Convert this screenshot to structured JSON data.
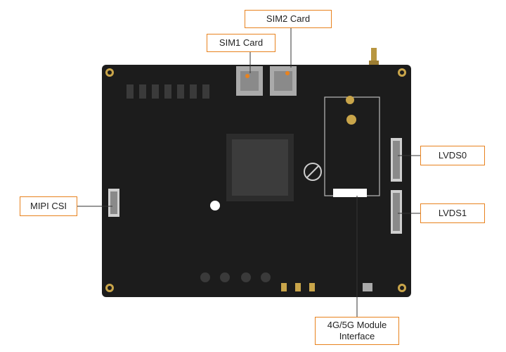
{
  "labels": {
    "sim2": "SIM2 Card",
    "sim1": "SIM1 Card",
    "lvds0": "LVDS0",
    "mipi_csi": "MIPI CSI",
    "lvds1": "LVDS1",
    "module": "4G/5G Module\nInterface"
  },
  "colors": {
    "callout_border": "#e8821e",
    "board": "#1c1c1c",
    "gold": "#c9a54a"
  }
}
